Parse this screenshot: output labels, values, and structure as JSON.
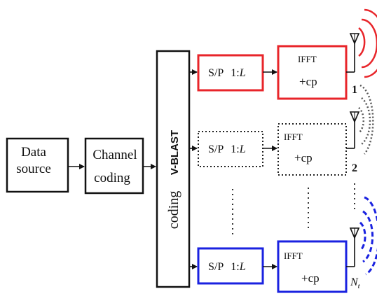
{
  "blocks": {
    "data_source": {
      "line1": "Data",
      "line2": "source"
    },
    "channel_coding": {
      "line1": "Channel",
      "line2": "coding"
    },
    "vblast": {
      "label_sans": "V-BLAST",
      "label_serif": "coding"
    }
  },
  "branches": [
    {
      "sp": "S/P",
      "ratio_prefix": "1:",
      "ratio_var": "L",
      "ifft": "IFFT",
      "cp": "+cp",
      "antenna": "1",
      "antenna_sub": "",
      "color": "#e8252a",
      "style": "solid"
    },
    {
      "sp": "S/P",
      "ratio_prefix": "1:",
      "ratio_var": "L",
      "ifft": "IFFT",
      "cp": "+cp",
      "antenna": "2",
      "antenna_sub": "",
      "color": "#222222",
      "style": "dotted"
    },
    {
      "sp": "S/P",
      "ratio_prefix": "1:",
      "ratio_var": "L",
      "ifft": "IFFT",
      "cp": "+cp",
      "antenna": "N",
      "antenna_sub": "t",
      "color": "#1a22e0",
      "style": "solid"
    }
  ],
  "colors": {
    "line": "#111111",
    "red": "#e8252a",
    "blue": "#1a22e0",
    "dotted_wave": "#555555"
  },
  "icons": [
    "antenna-icon",
    "radio-wave-icon",
    "arrow-icon"
  ]
}
